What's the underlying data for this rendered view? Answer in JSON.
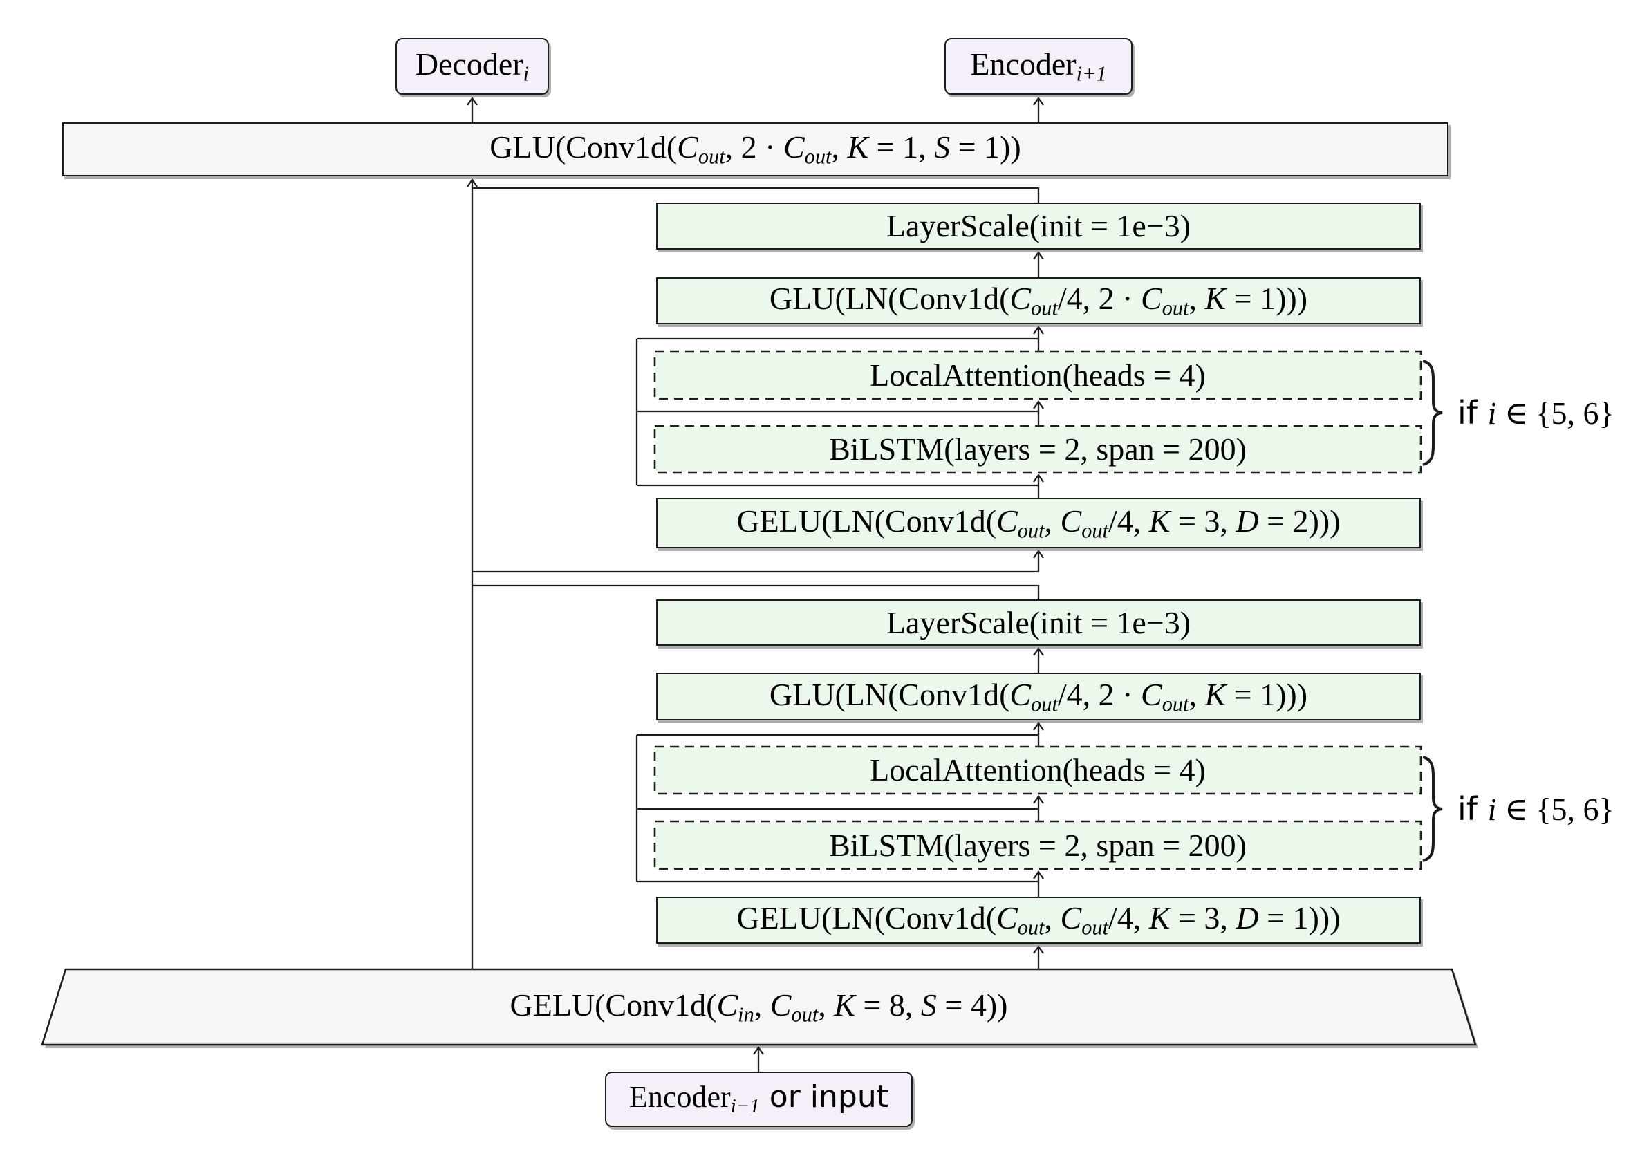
{
  "theme": {
    "green_fill": "#ecf8ec",
    "purple_fill": "#f4eff8",
    "gray_fill": "#f6f6f4",
    "line": "#1c1c1c",
    "text": "#000000"
  },
  "nodes": {
    "decoder": {
      "segments": [
        {
          "s": "rm",
          "t": "Decoder"
        },
        {
          "s": "sub",
          "t": "i"
        }
      ]
    },
    "encoder_next": {
      "segments": [
        {
          "s": "rm",
          "t": "Encoder"
        },
        {
          "s": "sub",
          "t": "i+1"
        }
      ]
    },
    "glu_out": {
      "segments": [
        {
          "s": "rm",
          "t": "GLU(Conv1d("
        },
        {
          "s": "it",
          "t": "C"
        },
        {
          "s": "sub",
          "t": "out"
        },
        {
          "s": "rm",
          "t": ", 2 · "
        },
        {
          "s": "it",
          "t": "C"
        },
        {
          "s": "sub",
          "t": "out"
        },
        {
          "s": "rm",
          "t": ", "
        },
        {
          "s": "it",
          "t": "K"
        },
        {
          "s": "rm",
          "t": " = 1, "
        },
        {
          "s": "it",
          "t": "S"
        },
        {
          "s": "rm",
          "t": " = 1))"
        }
      ]
    },
    "layerscale_1": {
      "segments": [
        {
          "s": "rm",
          "t": "LayerScale(init = 1e−3)"
        }
      ]
    },
    "glu_ln_1": {
      "segments": [
        {
          "s": "rm",
          "t": "GLU(LN(Conv1d("
        },
        {
          "s": "it",
          "t": "C"
        },
        {
          "s": "sub",
          "t": "out"
        },
        {
          "s": "rm",
          "t": "/4, 2 · "
        },
        {
          "s": "it",
          "t": "C"
        },
        {
          "s": "sub",
          "t": "out"
        },
        {
          "s": "rm",
          "t": ", "
        },
        {
          "s": "it",
          "t": "K"
        },
        {
          "s": "rm",
          "t": " = 1)))"
        }
      ]
    },
    "local_attention_1": {
      "segments": [
        {
          "s": "rm",
          "t": "LocalAttention(heads = 4)"
        }
      ]
    },
    "bilstm_1": {
      "segments": [
        {
          "s": "rm",
          "t": "BiLSTM(layers = 2, span = 200)"
        }
      ]
    },
    "gelu_ln_1": {
      "segments": [
        {
          "s": "rm",
          "t": "GELU(LN(Conv1d("
        },
        {
          "s": "it",
          "t": "C"
        },
        {
          "s": "sub",
          "t": "out"
        },
        {
          "s": "rm",
          "t": ", "
        },
        {
          "s": "it",
          "t": "C"
        },
        {
          "s": "sub",
          "t": "out"
        },
        {
          "s": "rm",
          "t": "/4, "
        },
        {
          "s": "it",
          "t": "K"
        },
        {
          "s": "rm",
          "t": " = 3, "
        },
        {
          "s": "it",
          "t": "D"
        },
        {
          "s": "rm",
          "t": " = 2)))"
        }
      ]
    },
    "layerscale_2": {
      "segments": [
        {
          "s": "rm",
          "t": "LayerScale(init = 1e−3)"
        }
      ]
    },
    "glu_ln_2": {
      "segments": [
        {
          "s": "rm",
          "t": "GLU(LN(Conv1d("
        },
        {
          "s": "it",
          "t": "C"
        },
        {
          "s": "sub",
          "t": "out"
        },
        {
          "s": "rm",
          "t": "/4, 2 · "
        },
        {
          "s": "it",
          "t": "C"
        },
        {
          "s": "sub",
          "t": "out"
        },
        {
          "s": "rm",
          "t": ", "
        },
        {
          "s": "it",
          "t": "K"
        },
        {
          "s": "rm",
          "t": " = 1)))"
        }
      ]
    },
    "local_attention_2": {
      "segments": [
        {
          "s": "rm",
          "t": "LocalAttention(heads = 4)"
        }
      ]
    },
    "bilstm_2": {
      "segments": [
        {
          "s": "rm",
          "t": "BiLSTM(layers = 2, span = 200)"
        }
      ]
    },
    "gelu_ln_2": {
      "segments": [
        {
          "s": "rm",
          "t": "GELU(LN(Conv1d("
        },
        {
          "s": "it",
          "t": "C"
        },
        {
          "s": "sub",
          "t": "out"
        },
        {
          "s": "rm",
          "t": ", "
        },
        {
          "s": "it",
          "t": "C"
        },
        {
          "s": "sub",
          "t": "out"
        },
        {
          "s": "rm",
          "t": "/4, "
        },
        {
          "s": "it",
          "t": "K"
        },
        {
          "s": "rm",
          "t": " = 3, "
        },
        {
          "s": "it",
          "t": "D"
        },
        {
          "s": "rm",
          "t": " = 1)))"
        }
      ]
    },
    "input_conv": {
      "segments": [
        {
          "s": "rm",
          "t": "GELU(Conv1d("
        },
        {
          "s": "it",
          "t": "C"
        },
        {
          "s": "sub",
          "t": "in"
        },
        {
          "s": "rm",
          "t": ", "
        },
        {
          "s": "it",
          "t": "C"
        },
        {
          "s": "sub",
          "t": "out"
        },
        {
          "s": "rm",
          "t": ", "
        },
        {
          "s": "it",
          "t": "K"
        },
        {
          "s": "rm",
          "t": " = 8, "
        },
        {
          "s": "it",
          "t": "S"
        },
        {
          "s": "rm",
          "t": " = 4))"
        }
      ]
    },
    "encoder_prev": {
      "segments": [
        {
          "s": "rm",
          "t": "Encoder"
        },
        {
          "s": "sub",
          "t": "i−1"
        },
        {
          "s": "sf",
          "t": " or input"
        }
      ]
    },
    "condition_1": {
      "brace_glyph": "}",
      "segments": [
        {
          "s": "sf",
          "t": "if "
        },
        {
          "s": "it",
          "t": "i"
        },
        {
          "s": "rm",
          "t": " ∈ {5, 6}"
        }
      ]
    },
    "condition_2": {
      "brace_glyph": "}",
      "segments": [
        {
          "s": "sf",
          "t": "if "
        },
        {
          "s": "it",
          "t": "i"
        },
        {
          "s": "rm",
          "t": " ∈ {5, 6}"
        }
      ]
    }
  }
}
